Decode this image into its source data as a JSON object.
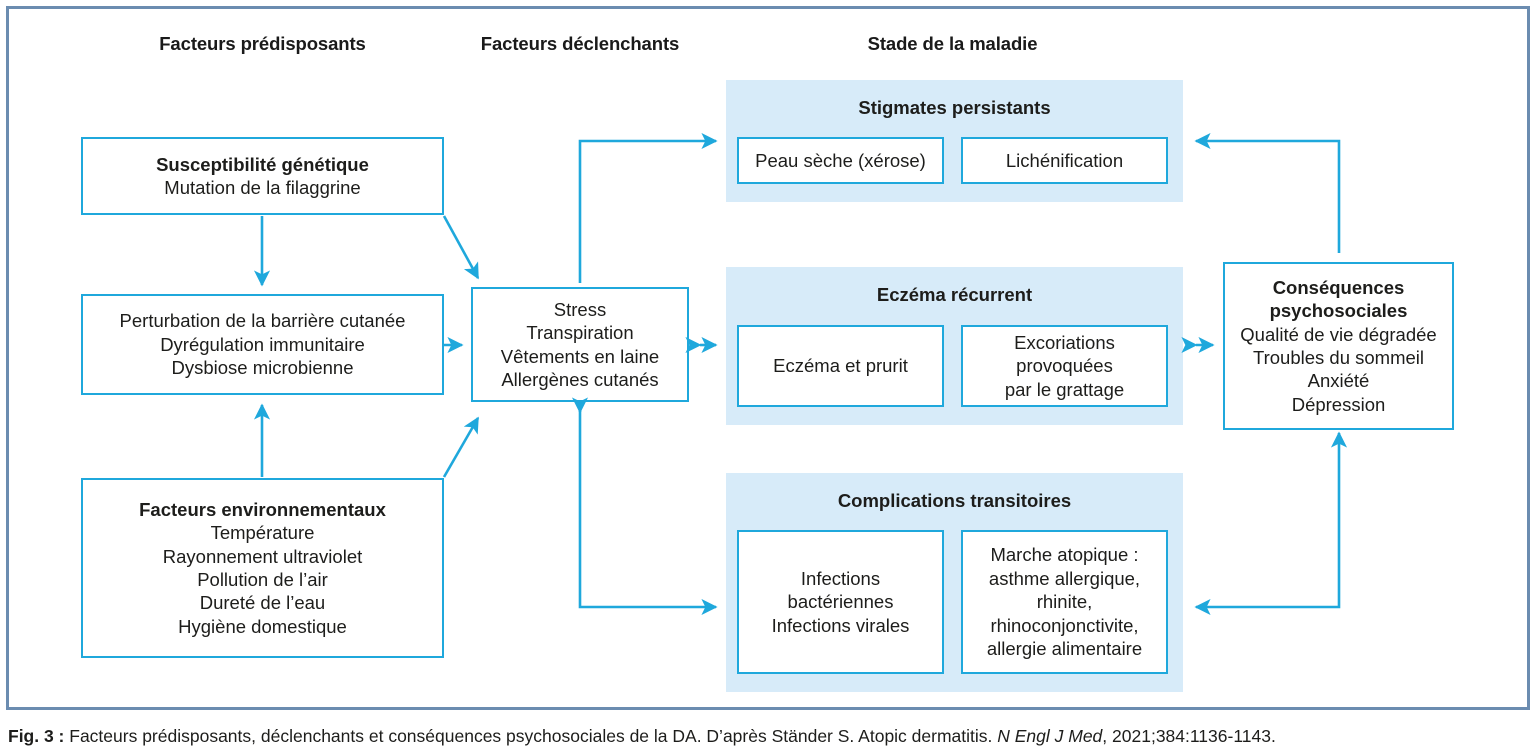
{
  "figure": {
    "columns": [
      {
        "label": "Facteurs prédisposants"
      },
      {
        "label": "Facteurs déclenchants"
      },
      {
        "label": "Stade de la maladie"
      }
    ],
    "predisposing": {
      "genetic": {
        "title": "Susceptibilité génétique",
        "lines": [
          "Mutation de la filaggrine"
        ]
      },
      "barrier": {
        "lines": [
          "Perturbation de la barrière cutanée",
          "Dyrégulation immunitaire",
          "Dysbiose microbienne"
        ]
      },
      "environmental": {
        "title": "Facteurs environnementaux",
        "lines": [
          "Température",
          "Rayonnement ultraviolet",
          "Pollution de l’air",
          "Dureté de l’eau",
          "Hygiène domestique"
        ]
      }
    },
    "triggers": {
      "lines": [
        "Stress",
        "Transpiration",
        "Vêtements en laine",
        "Allergènes cutanés"
      ]
    },
    "stages": [
      {
        "title": "Stigmates persistants",
        "items": [
          {
            "lines": [
              "Peau sèche (xérose)"
            ]
          },
          {
            "lines": [
              "Lichénification"
            ]
          }
        ]
      },
      {
        "title": "Eczéma récurrent",
        "items": [
          {
            "lines": [
              "Eczéma et prurit"
            ]
          },
          {
            "lines": [
              "Excoriations",
              "provoquées",
              "par le grattage"
            ]
          }
        ]
      },
      {
        "title": "Complications transitoires",
        "items": [
          {
            "lines": [
              "Infections",
              "bactériennes",
              "Infections virales"
            ]
          },
          {
            "lines": [
              "Marche atopique :",
              "asthme allergique,",
              "rhinite,",
              "rhinoconjonctivite,",
              "allergie alimentaire"
            ]
          }
        ]
      }
    ],
    "consequences": {
      "title_lines": [
        "Conséquences",
        "psychosociales"
      ],
      "lines": [
        "Qualité de vie dégradée",
        "Troubles du sommeil",
        "Anxiété",
        "Dépression"
      ]
    },
    "caption": {
      "fig_label": "Fig. 3 :",
      "text_before": " Facteurs prédisposants, déclenchants et conséquences psychosociales de la DA. D’après Ständer S. Atopic dermatitis. ",
      "journal": "N Engl J Med",
      "text_after": ", 2021;384:1136-1143."
    },
    "colors": {
      "accent": "#1fa8dc",
      "band": "#d7ebf9",
      "frame": "#6b8cb0",
      "text": "#1d1d1b"
    }
  }
}
